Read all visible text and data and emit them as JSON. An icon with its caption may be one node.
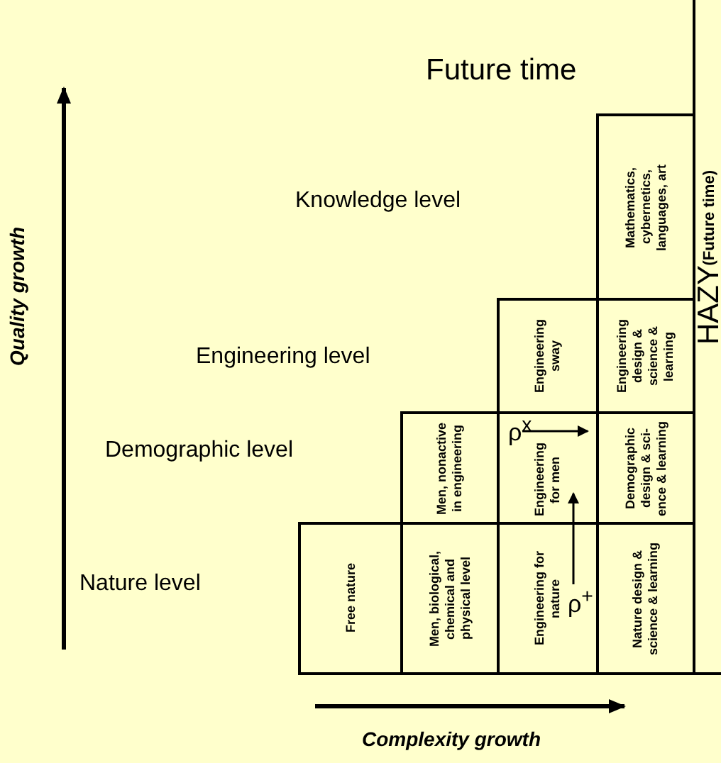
{
  "diagram": {
    "nodes": [
      {
        "text": [
          "Mathematics, cybernetics, languages, art"
        ]
      },
      {
        "text": [
          "Engineering sway"
        ]
      },
      {
        "text": [
          "Engineering design & science & learning"
        ]
      },
      {
        "text": [
          "Men, nonactive in engineering"
        ]
      },
      {
        "text": [
          "Engineering for men"
        ]
      },
      {
        "text": [
          "Demographic design & sci- ence & learning"
        ]
      },
      {
        "text": [
          "Free nature"
        ]
      },
      {
        "text": [
          "Men, biological, chemical and physical level"
        ]
      },
      {
        "text": [
          "Engineering for nature"
        ]
      },
      {
        "text": [
          "Nature design & science & learning"
        ]
      },
      {
        "text": [
          "HAZY",
          "(Future time)"
        ]
      }
    ],
    "edges": [
      {
        "from": 8,
        "to": 4,
        "arrow": "to",
        "label": "ρ$^{+}$"
      },
      {
        "from": 4,
        "to": 5,
        "arrow": "to",
        "label": "ρ$^{x}$"
      }
    ],
    "labels": [
      "Future time",
      "Knowledge level",
      "Engineering level",
      "Demographic level",
      "Nature level",
      "Quality growth",
      "Complexity growth"
    ]
  }
}
